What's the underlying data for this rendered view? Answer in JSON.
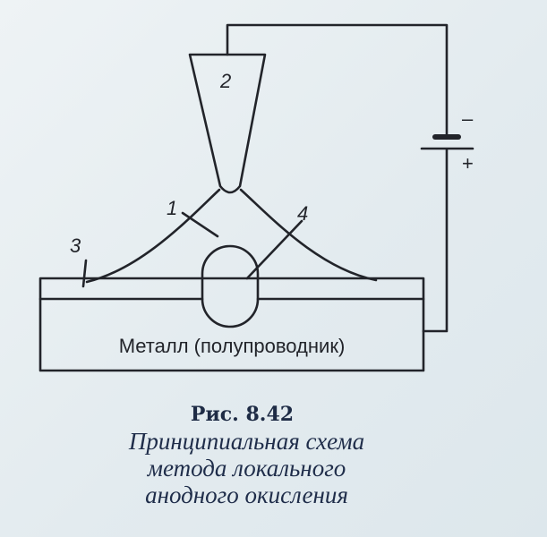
{
  "diagram": {
    "labels": {
      "meniscus": "1",
      "probe": "2",
      "film": "3",
      "oxide": "4"
    },
    "substrate_label": "Металл (полупроводник)",
    "battery": {
      "negative": "–",
      "positive": "+"
    }
  },
  "caption": {
    "figure_number": "Рис. 8.42",
    "title_lines": [
      "Принципиальная схема",
      "метода локального",
      "анодного окисления"
    ]
  },
  "colors": {
    "ink": "#22242a",
    "caption_ink": "#1f2d4a",
    "background": "#e6eef2"
  }
}
